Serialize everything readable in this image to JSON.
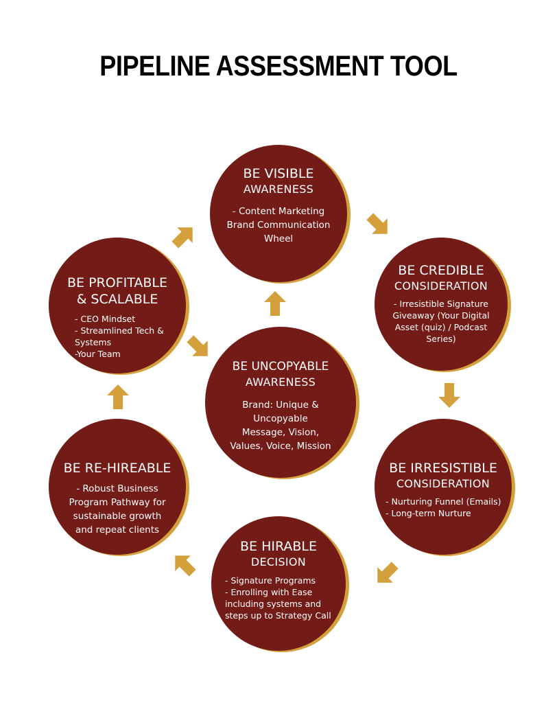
{
  "title": "PIPELINE ASSESSMENT TOOL",
  "colors": {
    "circle": "#721b17",
    "accent": "#d4a03c",
    "text": "#ffffff"
  },
  "nodes": {
    "visible": {
      "title": "BE VISIBLE",
      "subtitle": "AWARENESS",
      "items": [
        "- Content Marketing",
        "Brand Communication",
        "Wheel"
      ]
    },
    "credible": {
      "title": "BE CREDIBLE",
      "subtitle": "CONSIDERATION",
      "items": [
        "- Irresistible Signature",
        "Giveaway (Your Digital",
        "Asset (quiz) / Podcast",
        "Series)"
      ]
    },
    "irresistible": {
      "title": "BE IRRESISTIBLE",
      "subtitle": "CONSIDERATION",
      "items": [
        "- Nurturing Funnel (Emails)",
        "- Long-term Nurture"
      ]
    },
    "hirable": {
      "title": "BE HIRABLE",
      "subtitle": "DECISION",
      "items": [
        "- Signature Programs",
        "- Enrolling with Ease",
        "including systems and",
        "steps up to Strategy Call"
      ]
    },
    "rehireable": {
      "title": "BE RE-HIREABLE",
      "items": [
        "- Robust Business",
        "Program Pathway for",
        "sustainable growth",
        "and repeat clients"
      ]
    },
    "profitable": {
      "title": "BE PROFITABLE",
      "title2": "& SCALABLE",
      "items": [
        "- CEO Mindset",
        "- Streamlined Tech &",
        "Systems",
        "-Your Team"
      ]
    },
    "uncopyable": {
      "title": "BE UNCOPYABLE",
      "subtitle": "AWARENESS",
      "items": [
        "Brand: Unique &",
        "Uncopyable",
        "Message, Vision,",
        "Values, Voice, Mission"
      ]
    }
  },
  "icons": [
    "arrow-icon"
  ]
}
